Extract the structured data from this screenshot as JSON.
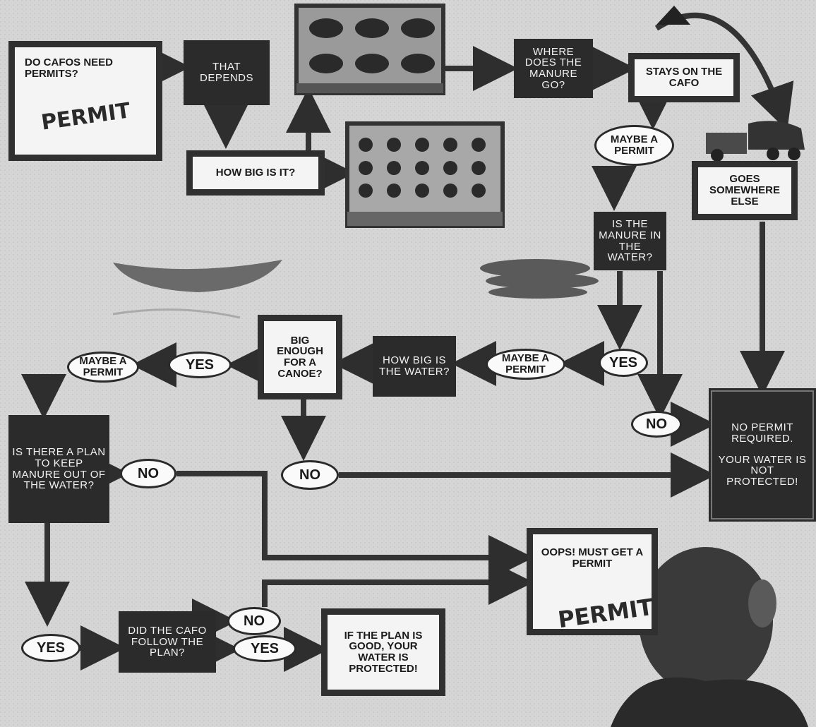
{
  "nodes": {
    "do_cafos_need_permits": "DO CAFOs NEED PERMITS?",
    "that_depends": "THAT DEPENDS",
    "how_big_is_it": "HOW BIG IS IT?",
    "where_does_manure_go": "WHERE DOES THE MANURE GO?",
    "stays_on_cafo": "STAYS ON THE CAFO",
    "maybe_permit_1": "MAYBE A PERMIT",
    "goes_somewhere_else": "GOES SOMEWHERE ELSE",
    "is_manure_in_water": "IS THE MANURE IN THE WATER?",
    "yes_1": "YES",
    "no_1": "NO",
    "maybe_permit_2": "MAYBE A PERMIT",
    "how_big_is_water": "HOW BIG IS THE WATER?",
    "big_enough_canoe": "BIG ENOUGH FOR A CANOE?",
    "yes_2": "YES",
    "maybe_permit_3": "MAYBE A PERMIT",
    "no_2": "NO",
    "is_there_plan": "IS THERE A PLAN TO KEEP MANURE OUT OF THE WATER?",
    "no_3": "NO",
    "no_permit_required": "NO PERMIT REQUIRED.",
    "water_not_protected": "YOUR WATER IS NOT PROTECTED!",
    "oops_get_permit": "OOPS! MUST GET A PERMIT",
    "yes_3": "YES",
    "did_cafo_follow_plan": "DID THE CAFO FOLLOW THE PLAN?",
    "no_4": "NO",
    "yes_4": "YES",
    "plan_good_protected": "IF THE PLAN IS GOOD, YOUR WATER IS PROTECTED!"
  },
  "stamps": {
    "permit_1": "PERMIT",
    "permit_2": "PERMIT"
  }
}
